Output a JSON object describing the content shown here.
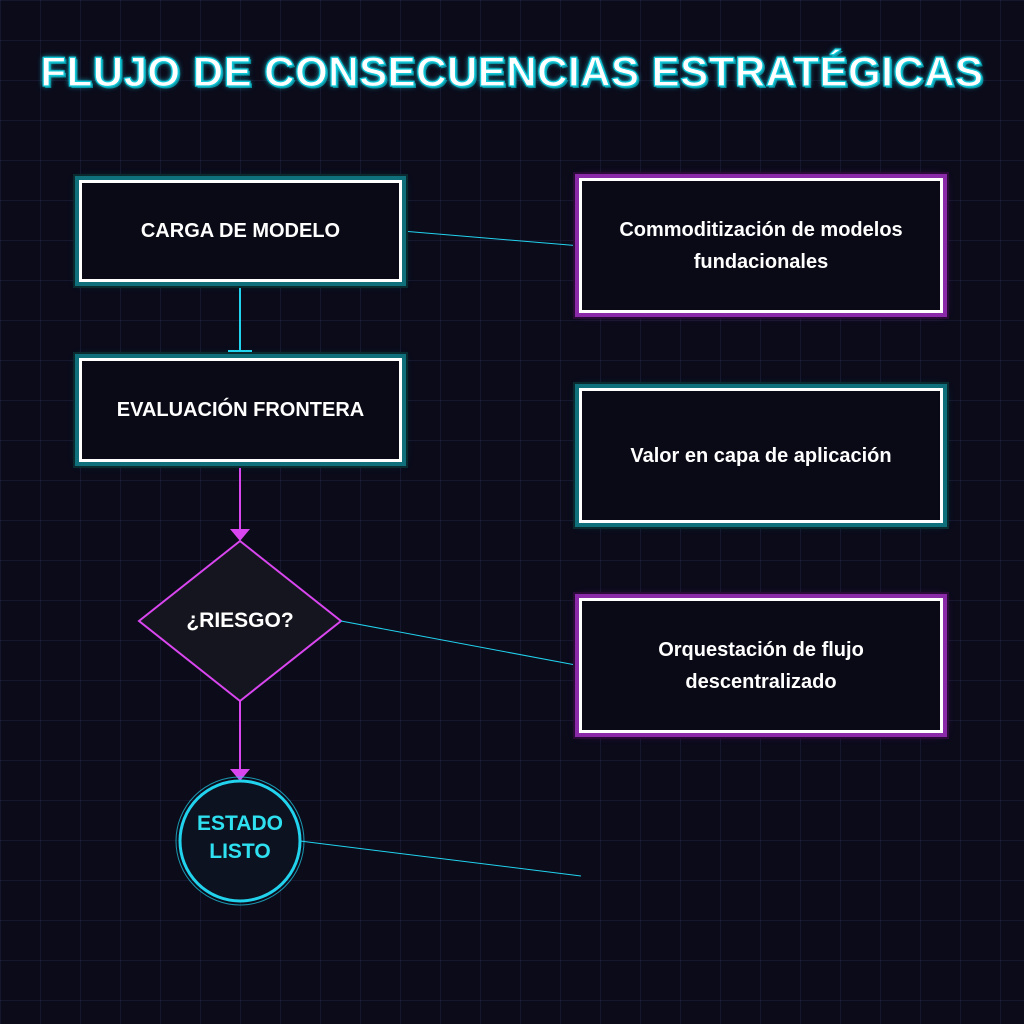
{
  "title": "FLUJO DE CONSECUENCIAS ESTRATÉGICAS",
  "nodes": {
    "carga": "CARGA DE MODELO",
    "evaluacion": "EVALUACIÓN FRONTERA",
    "riesgo": "¿RIESGO?",
    "estado": "ESTADO LISTO"
  },
  "consequences": [
    "Commoditización de modelos fundacionales",
    "Valor en capa de aplicación",
    "Orquestación de flujo descentralizado"
  ],
  "colors": {
    "background": "#0b0b1a",
    "cyan": "#22d3ee",
    "magenta": "#d946ef",
    "white": "#ffffff"
  }
}
